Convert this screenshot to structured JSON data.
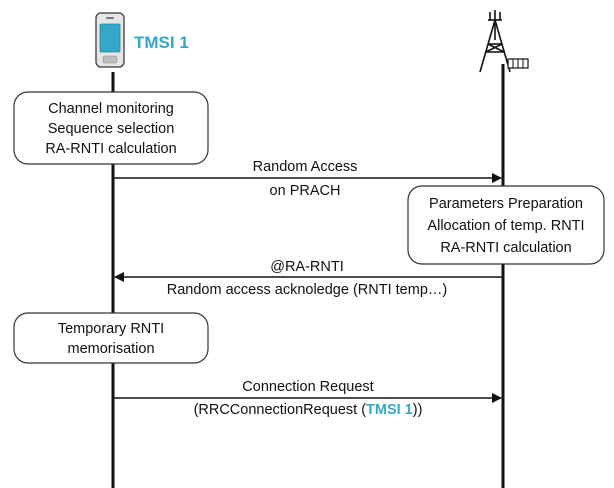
{
  "colors": {
    "accent": "#35a7c9",
    "line": "#111111",
    "box_border": "#333333"
  },
  "ue": {
    "label": "TMSI 1",
    "icon": "mobile-phone-icon"
  },
  "network": {
    "icon": "cell-tower-icon"
  },
  "ue_steps": [
    {
      "lines": [
        "Channel monitoring",
        "Sequence selection",
        "RA-RNTI calculation"
      ]
    },
    {
      "lines": [
        "Temporary RNTI",
        "memorisation"
      ]
    }
  ],
  "network_steps": [
    {
      "lines": [
        "Parameters Preparation",
        "Allocation of temp. RNTI",
        "RA-RNTI calculation"
      ]
    }
  ],
  "messages": [
    {
      "direction": "to_network",
      "line1": "Random Access",
      "line2": "on PRACH"
    },
    {
      "direction": "to_ue",
      "line1": "@RA-RNTI",
      "line2": "Random access acknoledge (RNTI temp…)"
    },
    {
      "direction": "to_network",
      "line1": "Connection Request",
      "line2_prefix": "(RRCConnectionRequest (",
      "line2_highlight": "TMSI 1",
      "line2_suffix": "))"
    }
  ]
}
